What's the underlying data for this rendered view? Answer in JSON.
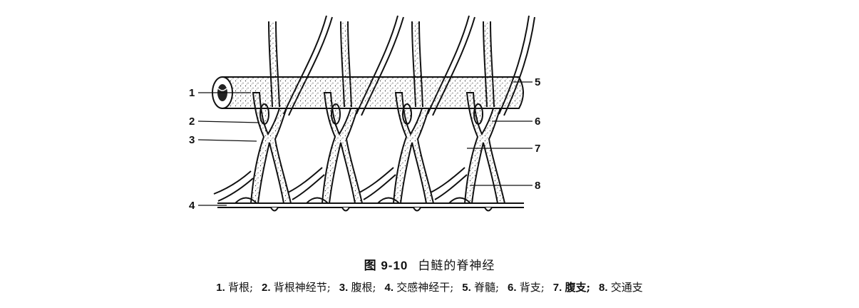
{
  "figure": {
    "callouts": [
      "1",
      "2",
      "3",
      "4",
      "5",
      "6",
      "7",
      "8"
    ],
    "colors": {
      "ink": "#111111",
      "background": "#ffffff"
    }
  },
  "caption": {
    "fig_prefix": "图",
    "number": "9-10",
    "title": "白鲢的脊神经"
  },
  "legend": [
    {
      "num": "1.",
      "text": "背根;",
      "bold": false
    },
    {
      "num": "2.",
      "text": "背根神经节;",
      "bold": false
    },
    {
      "num": "3.",
      "text": "腹根;",
      "bold": false
    },
    {
      "num": "4.",
      "text": "交感神经干;",
      "bold": false
    },
    {
      "num": "5.",
      "text": "脊髓;",
      "bold": false
    },
    {
      "num": "6.",
      "text": "背支;",
      "bold": false
    },
    {
      "num": "7.",
      "text": "腹支;",
      "bold": true
    },
    {
      "num": "8.",
      "text": "交通支",
      "bold": false
    }
  ]
}
